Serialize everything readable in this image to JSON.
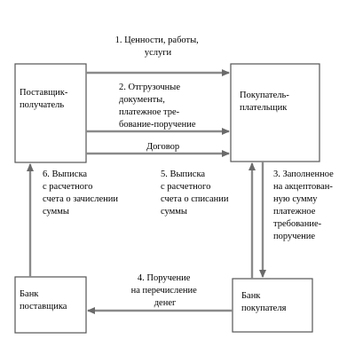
{
  "nodes": {
    "supplier": [
      "Поставщик-",
      "получатель"
    ],
    "buyer": [
      "Покупатель-",
      "плательщик"
    ],
    "supplier_bank": [
      "Банк",
      "поставщика"
    ],
    "buyer_bank": [
      "Банк",
      "покупателя"
    ]
  },
  "edges": {
    "e1": [
      "1. Ценности, работы,",
      "услуги"
    ],
    "e2": [
      "2. Отгрузочные",
      "документы,",
      "платежное тре-",
      "бование-поручение"
    ],
    "contract": [
      "Договор"
    ],
    "e3": [
      "3. Заполненное",
      "на акцептован-",
      "ную сумму",
      "платежное",
      "требование-",
      "поручение"
    ],
    "e4": [
      "4. Поручение",
      "на перечисление",
      "денег"
    ],
    "e5": [
      "5. Выписка",
      "с расчетного",
      "счета о списании",
      "суммы"
    ],
    "e6": [
      "6. Выписка",
      "с расчетного",
      "счета о зачислении",
      "суммы"
    ]
  }
}
